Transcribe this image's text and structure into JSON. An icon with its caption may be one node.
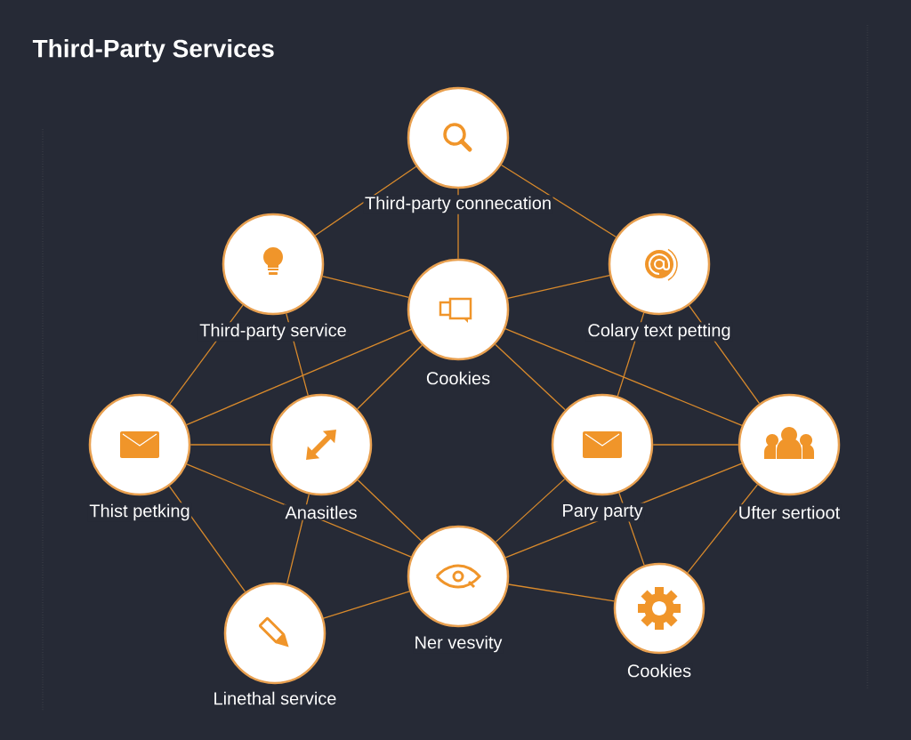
{
  "diagram": {
    "title": "Third-Party Services",
    "nodes": [
      {
        "text": [
          "Third-party connecation"
        ]
      },
      {
        "text": [
          "Third-party service"
        ]
      },
      {
        "text": [
          "Cookies"
        ]
      },
      {
        "text": [
          "Colary text petting"
        ]
      },
      {
        "text": [
          "Thist petking"
        ]
      },
      {
        "text": [
          "Anasitles"
        ]
      },
      {
        "text": [
          "Pary party"
        ]
      },
      {
        "text": [
          "Ufter sertioot"
        ]
      },
      {
        "text": [
          "Ner vesvity"
        ]
      },
      {
        "text": [
          "Linethal service"
        ]
      },
      {
        "text": [
          "Cookies"
        ]
      }
    ],
    "edges": [
      {
        "from": 0,
        "to": 1,
        "arrow": "none"
      },
      {
        "from": 0,
        "to": 2,
        "arrow": "none"
      },
      {
        "from": 0,
        "to": 3,
        "arrow": "none"
      },
      {
        "from": 1,
        "to": 2,
        "arrow": "none"
      },
      {
        "from": 1,
        "to": 4,
        "arrow": "none"
      },
      {
        "from": 1,
        "to": 5,
        "arrow": "none"
      },
      {
        "from": 2,
        "to": 3,
        "arrow": "none"
      },
      {
        "from": 2,
        "to": 4,
        "arrow": "none"
      },
      {
        "from": 2,
        "to": 5,
        "arrow": "none"
      },
      {
        "from": 2,
        "to": 6,
        "arrow": "none"
      },
      {
        "from": 2,
        "to": 7,
        "arrow": "none"
      },
      {
        "from": 3,
        "to": 6,
        "arrow": "none"
      },
      {
        "from": 3,
        "to": 7,
        "arrow": "none"
      },
      {
        "from": 4,
        "to": 5,
        "arrow": "none"
      },
      {
        "from": 4,
        "to": 8,
        "arrow": "none"
      },
      {
        "from": 4,
        "to": 9,
        "arrow": "none"
      },
      {
        "from": 5,
        "to": 8,
        "arrow": "none"
      },
      {
        "from": 5,
        "to": 9,
        "arrow": "none"
      },
      {
        "from": 6,
        "to": 7,
        "arrow": "none"
      },
      {
        "from": 6,
        "to": 8,
        "arrow": "none"
      },
      {
        "from": 6,
        "to": 10,
        "arrow": "none"
      },
      {
        "from": 7,
        "to": 8,
        "arrow": "none"
      },
      {
        "from": 7,
        "to": 10,
        "arrow": "none"
      },
      {
        "from": 8,
        "to": 9,
        "arrow": "none"
      },
      {
        "from": 8,
        "to": 10,
        "arrow": "none"
      }
    ]
  }
}
